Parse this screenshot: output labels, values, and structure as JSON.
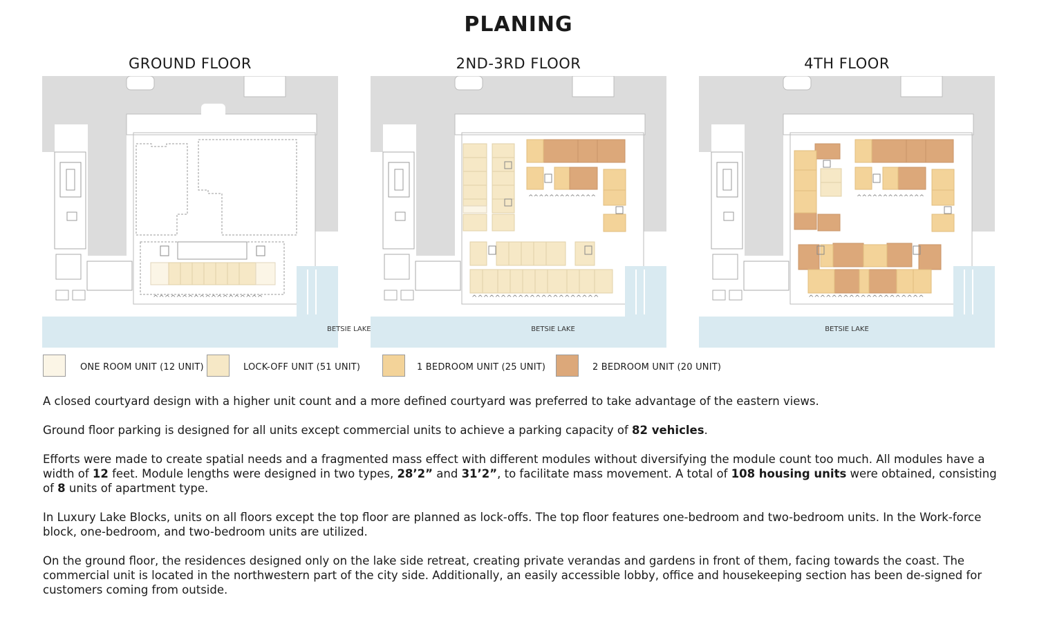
{
  "title": "PLANING",
  "plans": [
    {
      "label": "GROUND FLOOR",
      "lake_label": "BETSIE LAKE"
    },
    {
      "label": "2ND-3RD FLOOR",
      "lake_label": "BETSIE LAKE"
    },
    {
      "label": "4TH FLOOR",
      "lake_label": "BETSIE LAKE"
    }
  ],
  "legend": [
    {
      "label": "ONE ROOM UNIT (12 UNIT)",
      "color": "#fbf5e6"
    },
    {
      "label": "LOCK-OFF UNIT (51 UNIT)",
      "color": "#f6e8c6"
    },
    {
      "label": "1 BEDROOM UNIT (25 UNIT)",
      "color": "#f3d399"
    },
    {
      "label": "2 BEDROOM UNIT (20 UNIT)",
      "color": "#dca87a"
    }
  ],
  "colors": {
    "street": "#dcdcdc",
    "lake": "#d9eaf1",
    "site_outline": "#b8b8b8",
    "wall": "#888888"
  },
  "paragraphs": {
    "p1": {
      "text": "A closed courtyard design with a higher unit count and a more defined courtyard was preferred to take advantage of the eastern views."
    },
    "p2": {
      "a": "Ground floor parking is designed for all units except commercial units to achieve a parking capacity of ",
      "b": "82 vehicles",
      "c": "."
    },
    "p3": {
      "a": "Efforts were made to create spatial needs and a fragmented mass effect with different modules without diversifying the module count too much. All modules have a width of ",
      "b": "12",
      "c": " feet. Module lengths were designed in two types, ",
      "d": "28’2”",
      "e": " and ",
      "f": "31’2”",
      "g": ", to facilitate mass movement. A total of ",
      "h": "108 housing units",
      "i": " were obtained, consisting of ",
      "j": "8",
      "k": " units of apartment type."
    },
    "p4": {
      "text": "In Luxury Lake Blocks, units on all floors except the top floor are planned as lock-offs. The top floor features one-bedroom and two-bedroom units. In the Work-force block,  one-bedroom, and two-bedroom units are utilized."
    },
    "p5": {
      "text": "On the ground floor, the residences designed only on the lake side retreat, creating private verandas and gardens in front of them, facing towards the coast. The commercial unit is located in the northwestern part of the city side. Additionally, an easily accessible lobby, office and housekeeping section has been de-signed for customers coming from outside."
    }
  }
}
